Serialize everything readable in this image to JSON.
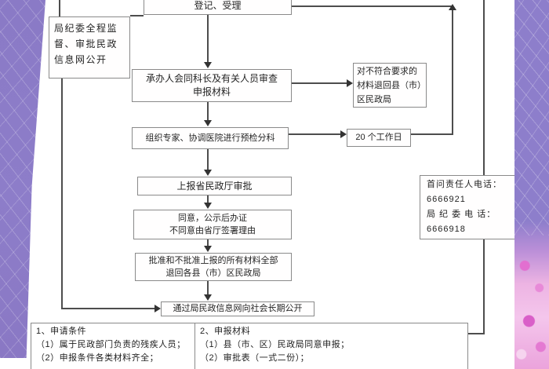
{
  "flow": {
    "top_box": {
      "text": "登记、受理"
    },
    "left_box": {
      "text": "局纪委全程监督、审批民政信息网公开"
    },
    "review_box": {
      "lines": [
        "承办人会同科长及有关人员审查",
        "申报材料"
      ]
    },
    "return_box": {
      "lines": [
        "对不符合要求的",
        "材料退回县（市）",
        "区民政局"
      ]
    },
    "organize_box": {
      "text": "组织专家、协调医院进行预检分科"
    },
    "days_box": {
      "text": "20 个工作日"
    },
    "report_box": {
      "text": "上报省民政厅审批"
    },
    "decision_box": {
      "lines": [
        "同意，公示后办证",
        "不同意由省厅签署理由"
      ]
    },
    "approve_box": {
      "lines": [
        "批准和不批准上报的所有材料全部",
        "退回各县（市）区民政局"
      ]
    },
    "publish_box": {
      "text": "通过局民政信息网向社会长期公开"
    },
    "phone_box": {
      "lines": [
        "首问责任人电话：",
        "6666921",
        "局 纪 委 电 话：",
        "6666918"
      ]
    }
  },
  "table": {
    "left": {
      "header": "1、申请条件",
      "items": [
        "（1）属于民政部门负责的残疾人员；",
        "（2）申报条件各类材料齐全；"
      ]
    },
    "right": {
      "header": "2、申报材料",
      "items": [
        "（1）县（市、区）民政局同意申报；",
        "（2）审批表（一式二份）；"
      ]
    }
  },
  "colors": {
    "line": "#4d4d4d",
    "box_border": "#8a8a8a",
    "text": "#242424",
    "purple_strip": "#8d7ecb",
    "pink_flowers": "#eeb0e2"
  }
}
